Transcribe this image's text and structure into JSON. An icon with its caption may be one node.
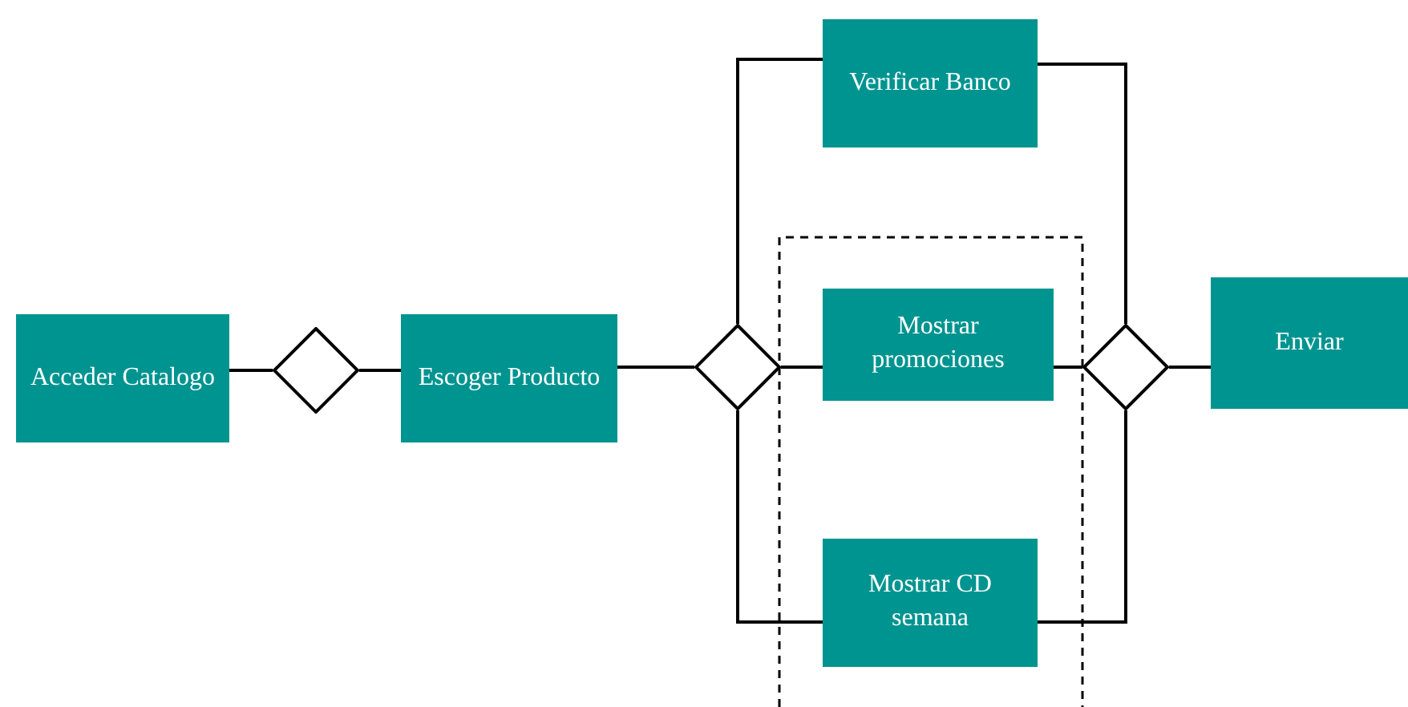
{
  "diagram": {
    "nodes": [
      {
        "text": [
          "Acceder Catalogo"
        ]
      },
      {
        "text": [],
        "shape": "diamond"
      },
      {
        "text": [
          "Escoger Producto"
        ]
      },
      {
        "text": [],
        "shape": "diamond"
      },
      {
        "text": [
          "Verificar Banco"
        ]
      },
      {
        "text": [
          "Mostrar promociones"
        ]
      },
      {
        "text": [
          "Mostrar CD semana"
        ]
      },
      {
        "text": [],
        "shape": "diamond"
      },
      {
        "text": [
          "Enviar"
        ]
      }
    ],
    "edges": [
      {
        "from": 0,
        "to": 1,
        "arrow": "none"
      },
      {
        "from": 1,
        "to": 2,
        "arrow": "none"
      },
      {
        "from": 2,
        "to": 3,
        "arrow": "none"
      },
      {
        "from": 3,
        "to": 4,
        "arrow": "none"
      },
      {
        "from": 3,
        "to": 5,
        "arrow": "none"
      },
      {
        "from": 3,
        "to": 6,
        "arrow": "none"
      },
      {
        "from": 4,
        "to": 7,
        "arrow": "none"
      },
      {
        "from": 5,
        "to": 7,
        "arrow": "none"
      },
      {
        "from": 6,
        "to": 7,
        "arrow": "none"
      },
      {
        "from": 7,
        "to": 8,
        "arrow": "none"
      }
    ]
  }
}
